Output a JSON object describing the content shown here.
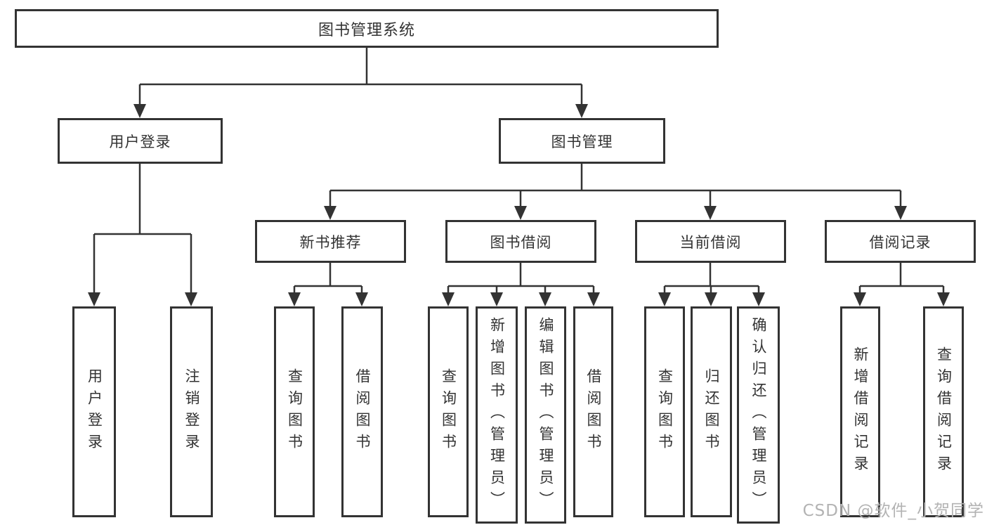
{
  "diagram": {
    "type": "hierarchy-tree",
    "colors": {
      "line": "#333333",
      "box_border": "#333333",
      "text": "#333333",
      "background": "#ffffff",
      "watermark": "#b3b3b3"
    },
    "tree": {
      "label": "图书管理系统",
      "children": [
        {
          "label": "用户登录",
          "children": [
            {
              "label": "用户登录"
            },
            {
              "label": "注销登录"
            }
          ]
        },
        {
          "label": "图书管理",
          "children": [
            {
              "label": "新书推荐",
              "children": [
                {
                  "label": "查询图书"
                },
                {
                  "label": "借阅图书"
                }
              ]
            },
            {
              "label": "图书借阅",
              "children": [
                {
                  "label": "查询图书"
                },
                {
                  "label": "新增图书（管理员）"
                },
                {
                  "label": "编辑图书（管理员）"
                },
                {
                  "label": "借阅图书"
                }
              ]
            },
            {
              "label": "当前借阅",
              "children": [
                {
                  "label": "查询图书"
                },
                {
                  "label": "归还图书"
                },
                {
                  "label": "确认归还（管理员）"
                }
              ]
            },
            {
              "label": "借阅记录",
              "children": [
                {
                  "label": "新增借阅记录"
                },
                {
                  "label": "查询借阅记录"
                }
              ]
            }
          ]
        }
      ]
    },
    "watermark": {
      "text": "CSDN @软件_小贺同学"
    }
  }
}
